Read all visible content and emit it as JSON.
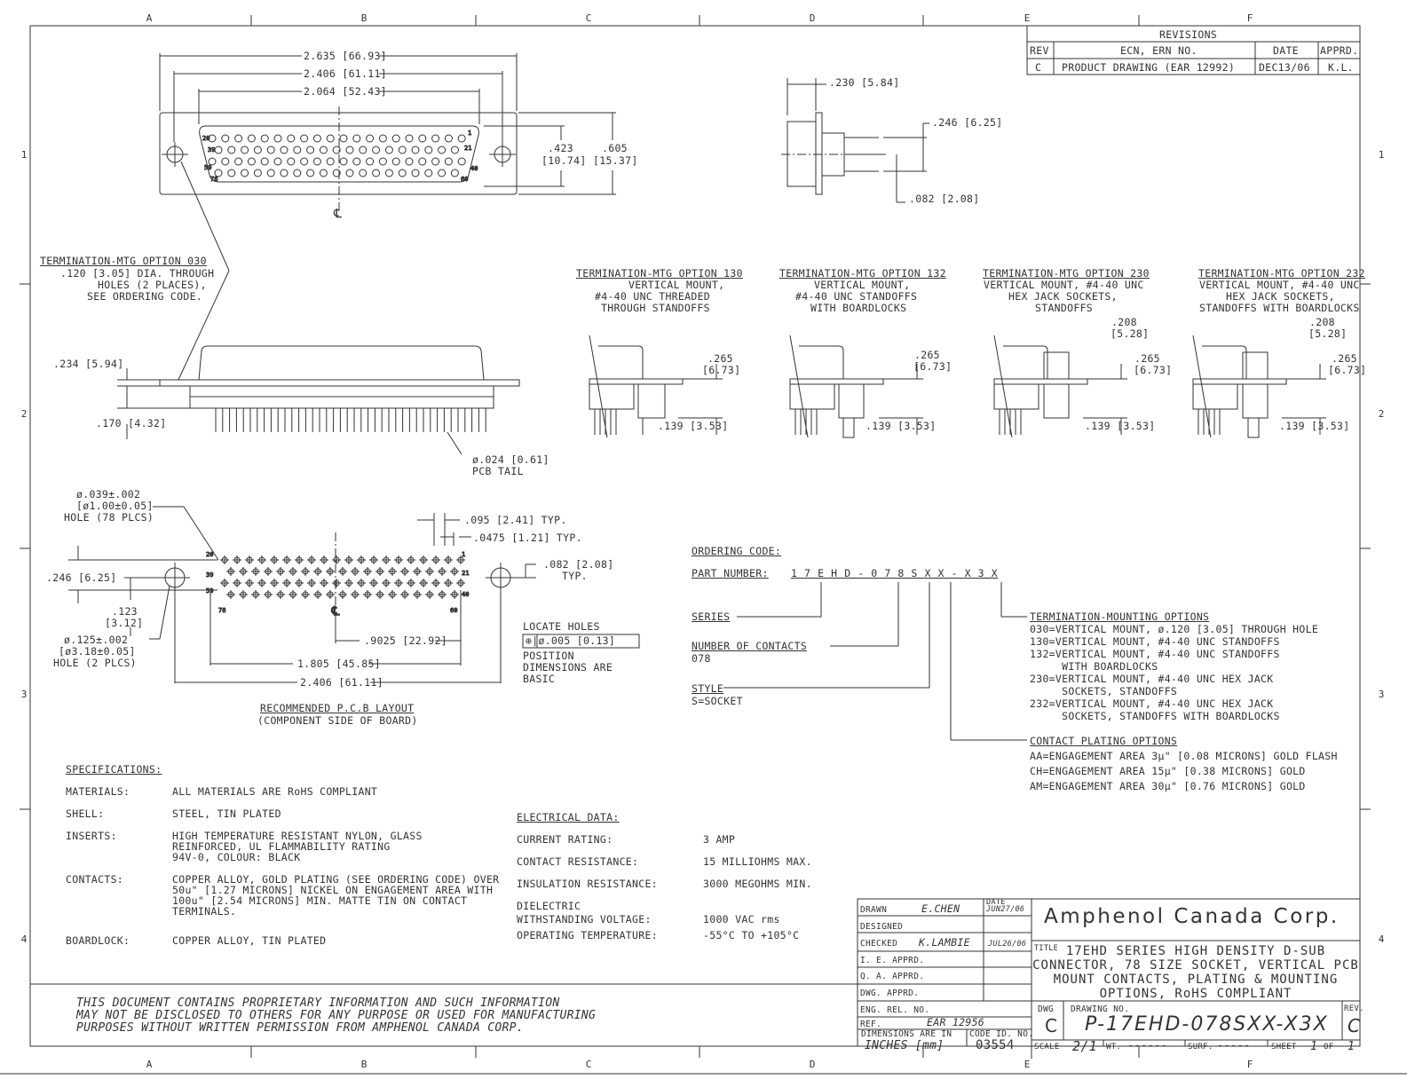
{
  "border": {
    "cols": [
      "A",
      "B",
      "C",
      "D",
      "E",
      "F"
    ],
    "rows": [
      "1",
      "2",
      "3",
      "4"
    ]
  },
  "revisions": {
    "title": "REVISIONS",
    "headers": [
      "REV",
      "ECN, ERN NO.",
      "DATE",
      "APPRD."
    ],
    "row": [
      "C",
      "PRODUCT DRAWING (EAR 12992)",
      "DEC13/06",
      "K.L."
    ]
  },
  "front_view": {
    "dims": [
      "2.635 [66.93]",
      "2.406 [61.11]",
      "2.064 [52.43]"
    ],
    "height_inner": [
      ".423",
      "[10.74]"
    ],
    "height_outer": [
      ".605",
      "[15.37]"
    ],
    "pin_labels": [
      "20",
      "1",
      "39",
      "21",
      "59",
      "40",
      "78",
      "60"
    ],
    "centerline": "℄"
  },
  "side_view": {
    "d1": ".230 [5.84]",
    "d2": ".246 [6.25]",
    "d3": ".082 [2.08]"
  },
  "option_030": {
    "title": "TERMINATION-MTG OPTION 030",
    "lines": [
      ".120 [3.05] DIA. THROUGH",
      "HOLES (2 PLACES),",
      "SEE ORDERING CODE."
    ]
  },
  "profile_view": {
    "d1": ".234 [5.94]",
    "d2": ".170 [4.32]",
    "tail": [
      "ø.024 [0.61]",
      "PCB TAIL"
    ]
  },
  "options": [
    {
      "title": "TERMINATION-MTG OPTION 130",
      "lines": [
        "VERTICAL MOUNT,",
        "#4-40 UNC THREADED",
        "THROUGH STANDOFFS"
      ],
      "dims": [
        ".265",
        "[6.73]",
        ".139 [3.53]"
      ]
    },
    {
      "title": "TERMINATION-MTG OPTION 132",
      "lines": [
        "VERTICAL MOUNT,",
        "#4-40 UNC STANDOFFS",
        "WITH BOARDLOCKS"
      ],
      "dims": [
        ".265",
        "[6.73]",
        ".139 [3.53]"
      ]
    },
    {
      "title": "TERMINATION-MTG OPTION 230",
      "lines": [
        "VERTICAL MOUNT, #4-40 UNC",
        "HEX JACK SOCKETS,",
        "STANDOFFS"
      ],
      "dims": [
        ".208",
        "[5.28]",
        ".265",
        "[6.73]",
        ".139 [3.53]"
      ]
    },
    {
      "title": "TERMINATION-MTG OPTION 232",
      "lines": [
        "VERTICAL MOUNT, #4-40 UNC",
        "HEX JACK SOCKETS,",
        "STANDOFFS WITH BOARDLOCKS"
      ],
      "dims": [
        ".208",
        "[5.28]",
        ".265",
        "[6.73]",
        ".139 [3.53]"
      ]
    }
  ],
  "pcb": {
    "hole": [
      "ø.039±.002",
      "[ø1.00±0.05]",
      "HOLE (78 PLCS)"
    ],
    "mount_hole": [
      "ø.125±.002",
      "[ø3.18±0.05]",
      "HOLE (2 PLCS)"
    ],
    "d_246": ".246 [6.25]",
    "d_123": [
      ".123",
      "[3.12]"
    ],
    "d_095": ".095 [2.41] TYP.",
    "d_0475": ".0475 [1.21] TYP.",
    "d_082": [
      ".082 [2.08]",
      "TYP."
    ],
    "d_9025": ".9025 [22.92]",
    "d_1805": "1.805 [45.85]",
    "d_2406": "2.406 [61.11]",
    "pin_labels": [
      "20",
      "1",
      "39",
      "21",
      "59",
      "40",
      "78",
      "60"
    ],
    "locate": [
      "LOCATE HOLES",
      "⊕|ø.005 [0.13]",
      "POSITION",
      "DIMENSIONS ARE",
      "BASIC"
    ],
    "caption": [
      "RECOMMENDED P.C.B LAYOUT",
      "(COMPONENT SIDE OF BOARD)"
    ]
  },
  "ordering": {
    "title": "ORDERING CODE:",
    "pn_label": "PART NUMBER:",
    "pn": "1 7 E H D - 0 7 8 S X X - X 3 X",
    "series": "SERIES",
    "contacts": [
      "NUMBER OF CONTACTS",
      "078"
    ],
    "style": [
      "STYLE",
      "S=SOCKET"
    ],
    "term_title": "TERMINATION-MOUNTING OPTIONS",
    "term_lines": [
      "030=VERTICAL MOUNT, ø.120 [3.05] THROUGH HOLE",
      "130=VERTICAL MOUNT, #4-40 UNC STANDOFFS",
      "132=VERTICAL MOUNT, #4-40 UNC STANDOFFS",
      "     WITH BOARDLOCKS",
      "230=VERTICAL MOUNT, #4-40 UNC HEX JACK",
      "     SOCKETS, STANDOFFS",
      "232=VERTICAL MOUNT, #4-40 UNC HEX JACK",
      "     SOCKETS, STANDOFFS WITH BOARDLOCKS"
    ],
    "plating_title": "CONTACT PLATING OPTIONS",
    "plating_lines": [
      "AA=ENGAGEMENT AREA 3μ\" [0.08 MICRONS] GOLD FLASH",
      "CH=ENGAGEMENT AREA 15μ\" [0.38 MICRONS] GOLD",
      "AM=ENGAGEMENT AREA 30μ\" [0.76 MICRONS] GOLD"
    ]
  },
  "specs": {
    "title": "SPECIFICATIONS:",
    "rows": [
      {
        "k": "MATERIALS:",
        "v": [
          "ALL MATERIALS ARE RoHS COMPLIANT"
        ]
      },
      {
        "k": "SHELL:",
        "v": [
          "STEEL, TIN PLATED"
        ]
      },
      {
        "k": "INSERTS:",
        "v": [
          "HIGH TEMPERATURE RESISTANT NYLON, GLASS",
          "REINFORCED, UL FLAMMABILITY RATING",
          "94V-0, COLOUR: BLACK"
        ]
      },
      {
        "k": "CONTACTS:",
        "v": [
          "COPPER ALLOY, GOLD PLATING (SEE ORDERING CODE) OVER",
          "50u\" [1.27 MICRONS] NICKEL ON ENGAGEMENT AREA WITH",
          "100u\" [2.54 MICRONS] MIN. MATTE TIN ON CONTACT",
          "TERMINALS."
        ]
      },
      {
        "k": "BOARDLOCK:",
        "v": [
          "COPPER ALLOY, TIN PLATED"
        ]
      }
    ]
  },
  "electrical": {
    "title": "ELECTRICAL DATA:",
    "rows": [
      {
        "k": "CURRENT RATING:",
        "v": "3 AMP"
      },
      {
        "k": "CONTACT RESISTANCE:",
        "v": "15 MILLIOHMS MAX."
      },
      {
        "k": "INSULATION RESISTANCE:",
        "v": "3000 MEGOHMS MIN."
      },
      {
        "k": "DIELECTRIC\nWITHSTANDING VOLTAGE:",
        "v": "1000 VAC rms"
      },
      {
        "k": "OPERATING TEMPERATURE:",
        "v": "-55°C TO +105°C"
      }
    ]
  },
  "notice": [
    "THIS DOCUMENT CONTAINS PROPRIETARY INFORMATION AND SUCH INFORMATION",
    "MAY NOT BE DISCLOSED TO OTHERS FOR ANY PURPOSE OR USED FOR MANUFACTURING",
    "PURPOSES WITHOUT WRITTEN PERMISSION FROM AMPHENOL CANADA CORP."
  ],
  "title_block": {
    "drawn_label": "DRAWN",
    "drawn_by": "E.CHEN",
    "date_label": "DATE",
    "drawn_date": "JUN27/06",
    "designed_label": "DESIGNED",
    "checked_label": "CHECKED",
    "checked_by": "K.LAMBIE",
    "checked_date": "JUL26/06",
    "ie_label": "I. E. APPRD.",
    "qa_label": "Q. A. APPRD.",
    "dwg_label": "DWG. APPRD.",
    "eng_label": "ENG. REL. NO.",
    "ref_label": "REF.",
    "ref": "EAR 12956",
    "dims_label": "DIMENSIONS ARE IN",
    "dims_unit": "INCHES [mm]",
    "code_label": "CODE ID. NO.",
    "code": "03554",
    "company": "Amphenol Canada Corp.",
    "title_label": "TITLE",
    "title_lines": [
      "17EHD SERIES HIGH DENSITY D-SUB",
      "CONNECTOR, 78 SIZE SOCKET, VERTICAL PCB",
      "MOUNT CONTACTS, PLATING & MOUNTING",
      "OPTIONS, RoHS COMPLIANT"
    ],
    "dwg_size_label": "DWG",
    "dwg_size": "C",
    "dwg_no_label": "DRAWING NO.",
    "dwg_no": "P-17EHD-078SXX-X3X",
    "rev_label": "REV.",
    "rev": "C",
    "scale_label": "SCALE",
    "scale": "2/1",
    "wt_label": "WT.",
    "wt": "------",
    "surf_label": "SURF.",
    "surf": "-----",
    "sheet_label": "SHEET",
    "sheet": "1",
    "of_label": "OF",
    "sheet_total": "1"
  }
}
